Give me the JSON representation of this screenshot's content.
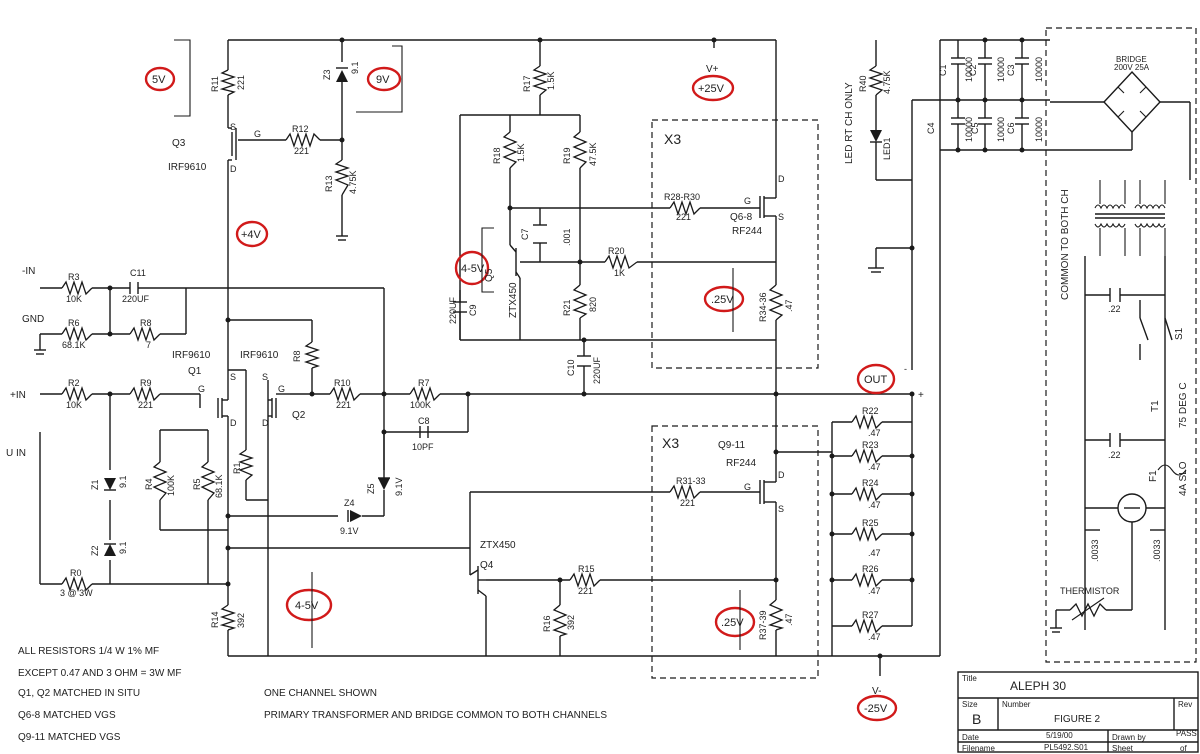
{
  "diagram": {
    "voltage_annotations": [
      {
        "id": "v1",
        "label": "5V"
      },
      {
        "id": "v2",
        "label": "9V"
      },
      {
        "id": "v3",
        "label": "+4V"
      },
      {
        "id": "v4",
        "label": "+25V"
      },
      {
        "id": "v5",
        "label": "4-5V"
      },
      {
        "id": "v6",
        "label": ".25V"
      },
      {
        "id": "v7",
        "label": "OUT"
      },
      {
        "id": "v8",
        "label": "4-5V"
      },
      {
        "id": "v9",
        "label": ".25V"
      },
      {
        "id": "v10",
        "label": "-25V"
      }
    ],
    "rail_labels": {
      "vplus": "V+",
      "vminus": "V-"
    },
    "inputs": {
      "minus_in": "-IN",
      "gnd": "GND",
      "plus_in": "+IN",
      "u_in": "U IN"
    },
    "resistors": [
      {
        "id": "R11",
        "ref": "R11",
        "value": "221"
      },
      {
        "id": "R12",
        "ref": "R12",
        "value": "221"
      },
      {
        "id": "R13",
        "ref": "R13",
        "value": "4.75K"
      },
      {
        "id": "R17",
        "ref": "R17",
        "value": "1.5K"
      },
      {
        "id": "R18",
        "ref": "R18",
        "value": "1.5K"
      },
      {
        "id": "R19",
        "ref": "R19",
        "value": "47.5K"
      },
      {
        "id": "R28",
        "ref": "R28-R30",
        "value": "221"
      },
      {
        "id": "R20",
        "ref": "R20",
        "value": "1K"
      },
      {
        "id": "R21",
        "ref": "R21",
        "value": "820"
      },
      {
        "id": "R34",
        "ref": "R34-36",
        "value": ".47"
      },
      {
        "id": "R40",
        "ref": "R40",
        "value": "4.75K"
      },
      {
        "id": "R3",
        "ref": "R3",
        "value": "10K"
      },
      {
        "id": "R6",
        "ref": "R6",
        "value": "68.1K"
      },
      {
        "id": "R8",
        "ref": "R8",
        "value": "7"
      },
      {
        "id": "R9r",
        "ref": "R8",
        "value": ""
      },
      {
        "id": "R2",
        "ref": "R2",
        "value": "10K"
      },
      {
        "id": "R9",
        "ref": "R9",
        "value": "221"
      },
      {
        "id": "R10",
        "ref": "R10",
        "value": "221"
      },
      {
        "id": "R7",
        "ref": "R7",
        "value": "100K"
      },
      {
        "id": "R4",
        "ref": "R4",
        "value": "100K"
      },
      {
        "id": "R5",
        "ref": "R5",
        "value": "68.1K"
      },
      {
        "id": "R1",
        "ref": "R1",
        "value": ""
      },
      {
        "id": "R0",
        "ref": "R0",
        "value": "3 @ 3W"
      },
      {
        "id": "R14",
        "ref": "R14",
        "value": "392"
      },
      {
        "id": "R31",
        "ref": "R31-33",
        "value": "221"
      },
      {
        "id": "R15",
        "ref": "R15",
        "value": "221"
      },
      {
        "id": "R16",
        "ref": "R16",
        "value": "392"
      },
      {
        "id": "R37",
        "ref": "R37-39",
        "value": ".47"
      },
      {
        "id": "R22",
        "ref": "R22",
        "value": ".47"
      },
      {
        "id": "R23",
        "ref": "R23",
        "value": ".47"
      },
      {
        "id": "R24",
        "ref": "R24",
        "value": ".47"
      },
      {
        "id": "R25",
        "ref": "R25",
        "value": ".47"
      },
      {
        "id": "R26",
        "ref": "R26",
        "value": ".47"
      },
      {
        "id": "R27",
        "ref": "R27",
        "value": ".47"
      }
    ],
    "capacitors": [
      {
        "id": "C11",
        "ref": "C11",
        "value": "220UF"
      },
      {
        "id": "C7",
        "ref": "C7",
        "value": ".001"
      },
      {
        "id": "C9",
        "ref": "C9",
        "value": "220UF"
      },
      {
        "id": "C10",
        "ref": "C10",
        "value": "220UF"
      },
      {
        "id": "C8",
        "ref": "C8",
        "value": "10PF"
      },
      {
        "id": "C1",
        "ref": "C1",
        "value": "10000"
      },
      {
        "id": "C2",
        "ref": "C2",
        "value": "10000"
      },
      {
        "id": "C3",
        "ref": "C3",
        "value": "10000"
      },
      {
        "id": "C4",
        "ref": "C4",
        "value": "10000"
      },
      {
        "id": "C5",
        "ref": "C5",
        "value": "10000"
      },
      {
        "id": "C6",
        "ref": "C6",
        "value": "10000"
      },
      {
        "id": "C22a",
        "ref": "",
        "value": ".22"
      },
      {
        "id": "C22b",
        "ref": "",
        "value": ".22"
      },
      {
        "id": "C33a",
        "ref": "",
        "value": ".0033"
      },
      {
        "id": "C33b",
        "ref": "",
        "value": ".0033"
      }
    ],
    "devices": {
      "q3_ref": "Q3",
      "q3_type": "IRF9610",
      "q1_type": "IRF9610",
      "q1_ref": "Q1",
      "q2_type": "IRF9610",
      "q2_ref": "Q2",
      "q5_ref": "Q5",
      "q5_type": "ZTX450",
      "q4_type": "ZTX450",
      "q4_ref": "Q4",
      "q68_ref": "Q6-8",
      "q68_type": "RF244",
      "q911_ref": "Q9-11",
      "q911_type": "RF244",
      "x3_top": "X3",
      "x3_bottom": "X3",
      "z3_ref": "Z3",
      "z3_value": "9.1",
      "z1_ref": "Z1",
      "z1_value": "9.1",
      "z2_ref": "Z2",
      "z2_value": "9.1",
      "z4_ref": "Z4",
      "z4_value": "9.1V",
      "z5_ref": "Z5",
      "z5_value": "9.1V",
      "led_ref": "LED1",
      "led_note": "LED RT CH ONLY",
      "bridge": "BRIDGE",
      "bridge_rating": "200V 25A",
      "common_label": "COMMON TO BOTH CH",
      "s1": "S1",
      "t1": "T1",
      "t1_rating": "75 DEG C",
      "f1": "F1",
      "f1_rating": "4A SLO",
      "thermistor": "THERMISTOR",
      "plus_mark": "+",
      "minus_mark": "-",
      "pin_g": "G",
      "pin_s": "S",
      "pin_d": "D"
    },
    "notes": [
      "ALL RESISTORS 1/4 W 1% MF",
      "EXCEPT 0.47 AND 3 OHM = 3W MF",
      "Q1, Q2 MATCHED IN SITU",
      "Q6-8 MATCHED VGS",
      "Q9-11 MATCHED VGS"
    ],
    "center_notes": [
      "ONE CHANNEL SHOWN",
      "PRIMARY TRANSFORMER AND BRIDGE COMMON TO BOTH CHANNELS"
    ],
    "title_block": {
      "title_label": "Title",
      "title": "ALEPH 30",
      "size_label": "Size",
      "size": "B",
      "number_label": "Number",
      "number": "FIGURE 2",
      "rev_label": "Rev",
      "date_label": "Date",
      "date": "5/19/00",
      "drawn_label": "Drawn by",
      "drawn": "PASS",
      "filename_label": "Filename",
      "filename": "PL5492.S01",
      "sheet_label": "Sheet",
      "of_label": "of"
    }
  }
}
